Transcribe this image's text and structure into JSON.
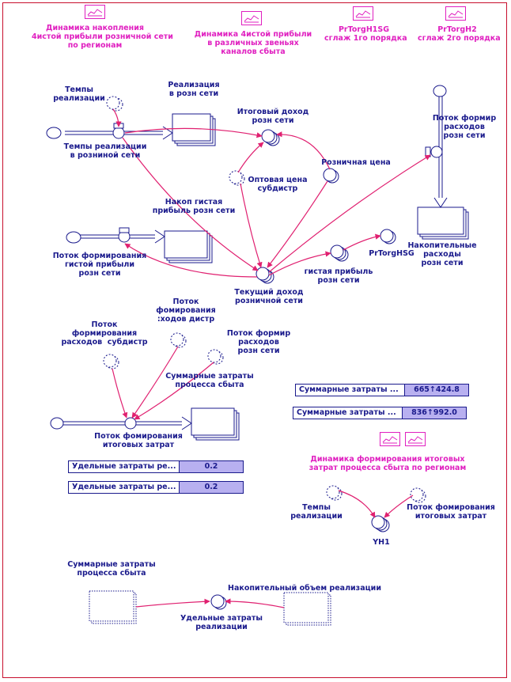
{
  "graphs": [
    {
      "label": "Динамика накопления\n4истой прибыли розничной сети\nпо регионам"
    },
    {
      "label": "Динамика 4истой прибыли\nв различных звеньях\nканалов сбыта"
    },
    {
      "label": "PrTorgH1SG\nсглаж 1го порядка"
    },
    {
      "label": "PrTorgH2\nсглаж 2го порядка"
    },
    {
      "label": "Динамика формирования итоговых\nзатрат процесса сбыта по регионам"
    }
  ],
  "nodes": {
    "tempy_realiz": "Темпы\nреализации",
    "tempy_realiz_rozn": "Темпы реализации\nв розниной сети",
    "realiz_rozn": "Реализация\nв розн сети",
    "itog_dohod": "Итоговый доход\nрозн сети",
    "optov_cena": "Оптовая цена\nсубдистр",
    "rozn_cena": "Розничная цена",
    "potok_form_rash": "Поток формир\nрасходов\nрозн сети",
    "nakop_chist": "Накоп гистая\nприбыль розн сети",
    "potok_form_chist": "Поток формирования\nгистой прибыли\nрозн сети",
    "nakop_rash": "Накопительные\nрасходы\nрозн сети",
    "prtorghsg": "PrTorgHSG",
    "chist_pribyl": "гистая прибыль\nрозн сети",
    "tek_dohod": "Текущий доход\nрозничной сети",
    "potok_rash_subd": "Поток\nформирования\nрасходов  субдистр",
    "potok_form_dist": "Поток\nфомирования\n:ходов дистр",
    "potok_form_rash2": "Поток формир\nрасходов\nрозн сети",
    "summ_zatr": "Суммарные затраты\nпроцесса сбыта",
    "potok_itog": "Поток фомирования\nитоговых затрат",
    "tempy2": "Темпы\nреализации",
    "potok_itog2": "Поток фомирования\nитоговых затрат",
    "yh1": "YH1",
    "summ_zatr2": "Суммарные затраты\nпроцесса сбыта",
    "nakop_obem": "Накопительный объем реализации",
    "udel_zatr": "Удельные затраты\nреализации"
  },
  "tables": [
    {
      "name": "Суммарные затраты ...",
      "value": "665↑424.8"
    },
    {
      "name": "Суммарные затраты ...",
      "value": "836↑992.0"
    },
    {
      "name": "Удельные затраты ре...",
      "value": "0.2"
    },
    {
      "name": "Удельные затраты ре...",
      "value": "0.2"
    }
  ],
  "colors": {
    "frame": "#c8102e",
    "ink": "#1a1a8c",
    "link": "#e02070",
    "graph": "#e020c0",
    "table_value": "#b8b0f0"
  }
}
